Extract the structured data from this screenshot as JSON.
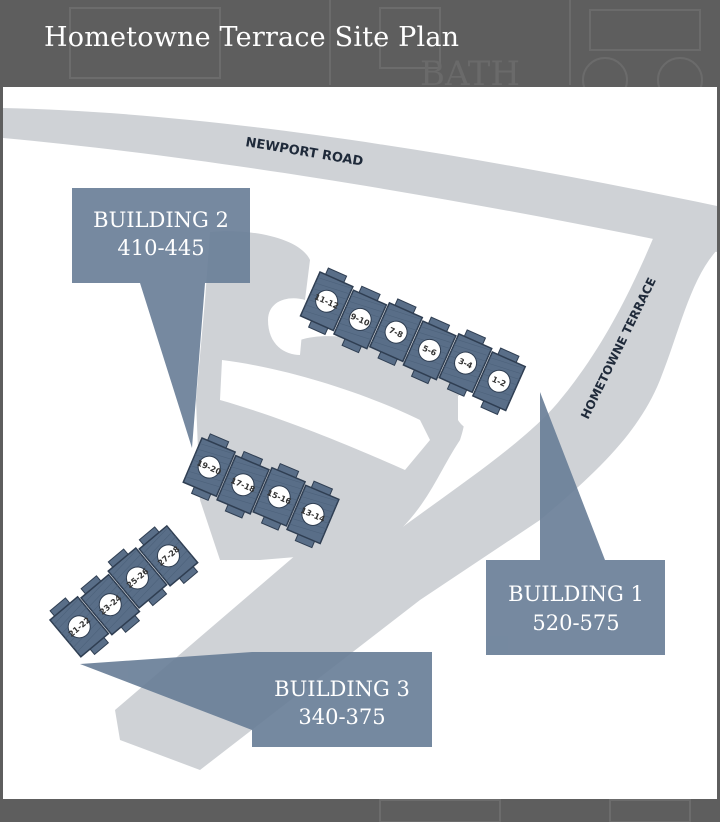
{
  "title": "Hometowne Terrace Site Plan",
  "roads": [
    {
      "id": "newport-road",
      "name": "NEWPORT ROAD"
    },
    {
      "id": "hometowne-terrace",
      "name": "HOMETOWNE TERRACE"
    }
  ],
  "buildings": [
    {
      "id": "building-1",
      "name": "BUILDING 1",
      "range": "520-575",
      "units": [
        "11-12",
        "9-10",
        "7-8",
        "5-6",
        "3-4",
        "1-2"
      ]
    },
    {
      "id": "building-2",
      "name": "BUILDING 2",
      "range": "410-445",
      "units": [
        "19-20",
        "17-18",
        "15-16",
        "13-14"
      ]
    },
    {
      "id": "building-3",
      "name": "BUILDING 3",
      "range": "340-375",
      "units": [
        "21-22",
        "23-24",
        "25-26",
        "27-28"
      ]
    }
  ],
  "colors": {
    "header": "#5e5e5e",
    "map_bg": "#ffffff",
    "pavement": "#cfd2d6",
    "building_fill": "#596e88",
    "building_stroke": "#2f3e52",
    "callout": "#6a7f98",
    "road_label": "#1f2a3a"
  }
}
